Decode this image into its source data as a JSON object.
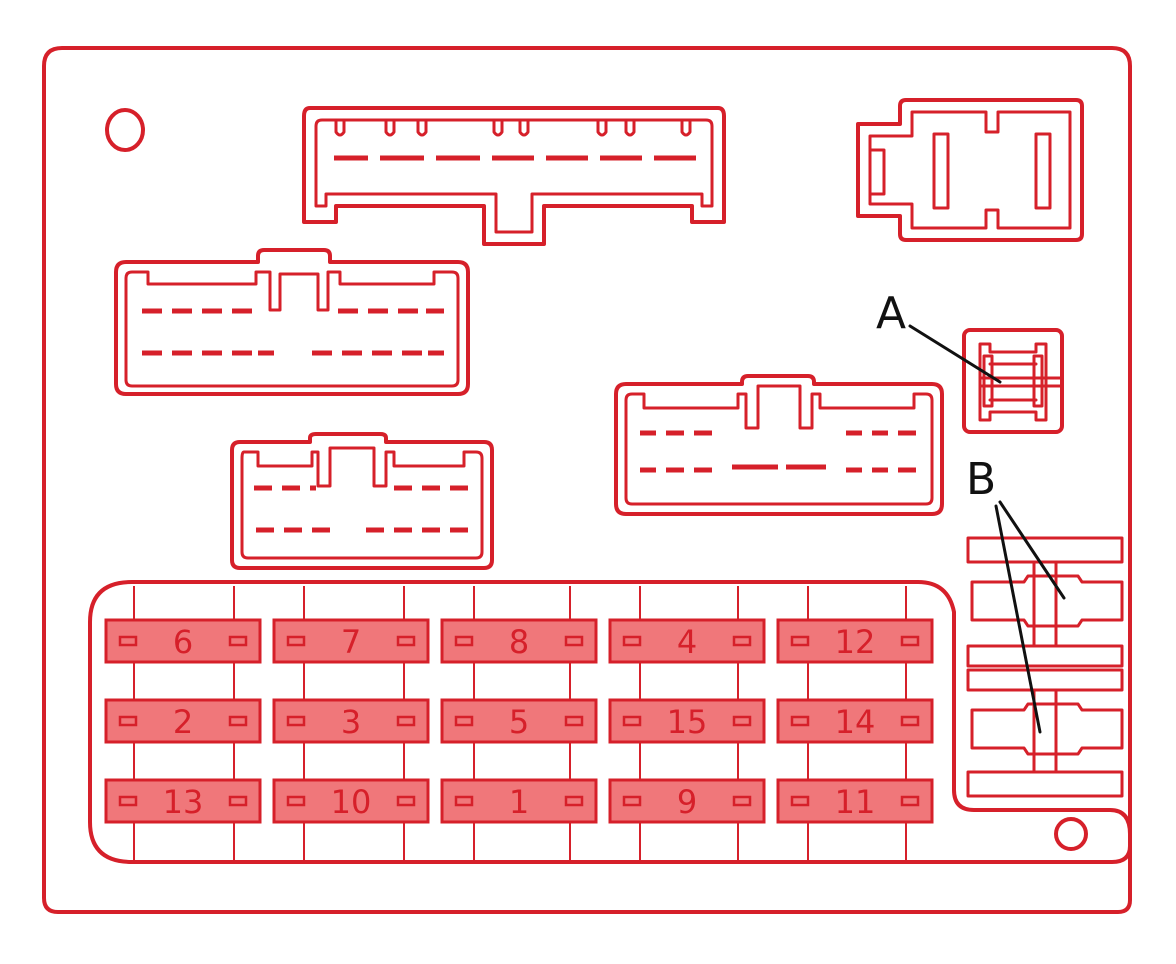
{
  "colors": {
    "line": "#d6202a",
    "fuse_fill": "#f0777a",
    "callout": "#111111"
  },
  "labels": {
    "a": "A",
    "b": "B"
  },
  "fuses": {
    "rows": [
      [
        "6",
        "7",
        "8",
        "4",
        "12"
      ],
      [
        "2",
        "3",
        "5",
        "15",
        "14"
      ],
      [
        "13",
        "10",
        "1",
        "9",
        "11"
      ]
    ]
  }
}
